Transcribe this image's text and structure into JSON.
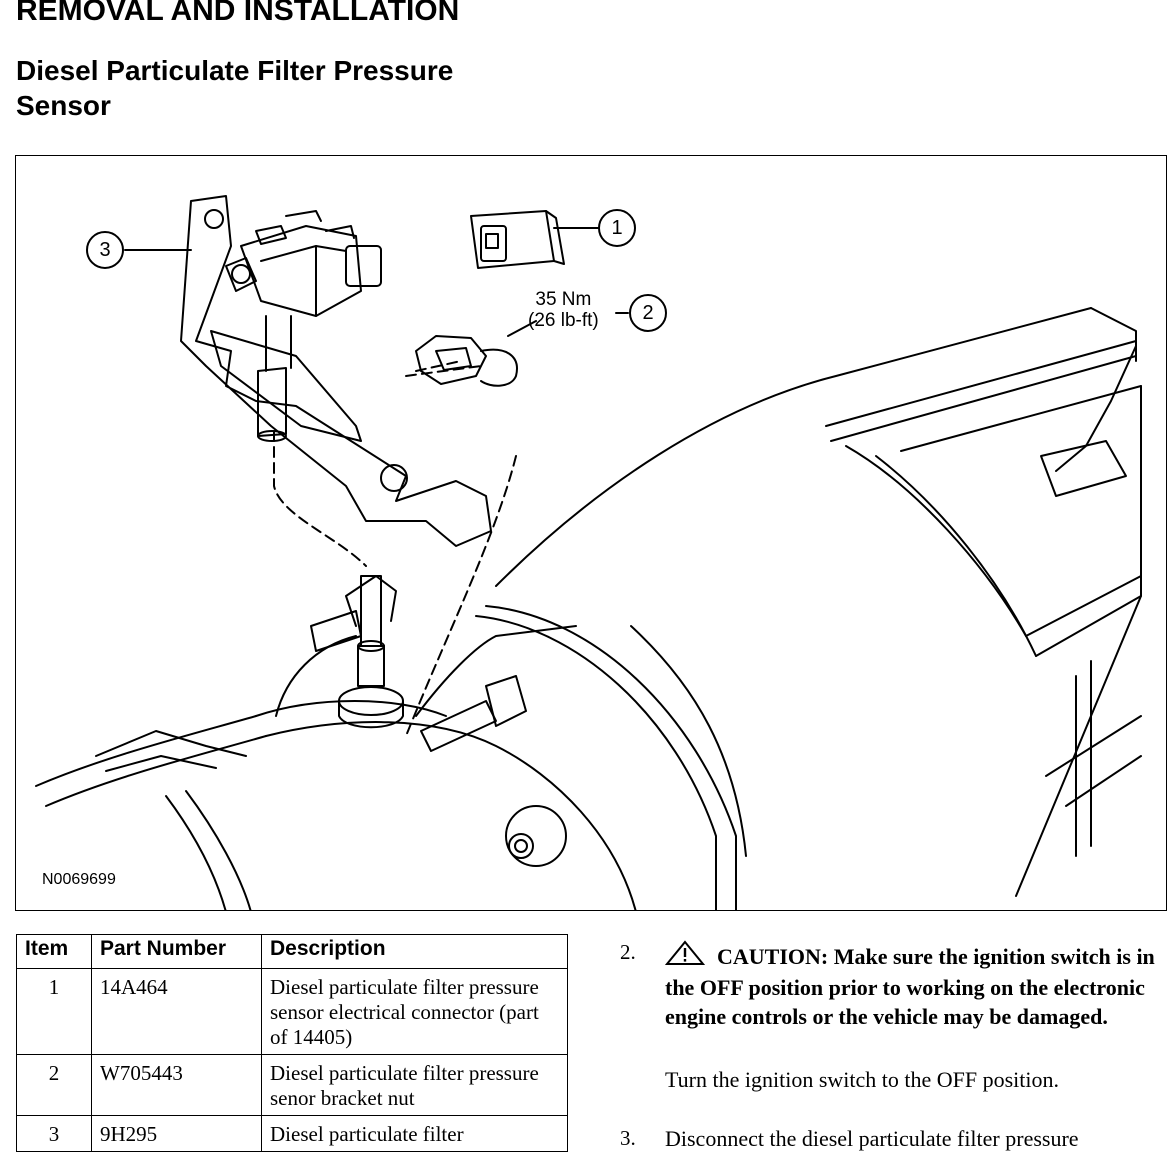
{
  "header": {
    "section_title": "REMOVAL AND INSTALLATION",
    "procedure_title": "Diesel Particulate Filter Pressure Sensor"
  },
  "figure": {
    "figure_id": "N0069699",
    "torque_nm": "35 Nm",
    "torque_lbft": "(26 lb-ft)",
    "callouts": [
      "1",
      "2",
      "3"
    ]
  },
  "parts_table": {
    "headers": [
      "Item",
      "Part Number",
      "Description"
    ],
    "rows": [
      {
        "item": "1",
        "part_number": "14A464",
        "description": "Diesel particulate filter pressure sensor electrical connector (part of 14405)"
      },
      {
        "item": "2",
        "part_number": "W705443",
        "description": "Diesel particulate filter pressure senor bracket nut"
      },
      {
        "item": "3",
        "part_number": "9H295",
        "description": "Diesel particulate filter"
      }
    ]
  },
  "steps": [
    {
      "number": "2.",
      "caution": "CAUTION: Make sure the ignition switch is in the OFF position prior to working on the electronic engine controls or the vehicle may be damaged.",
      "text": "Turn the ignition switch to the OFF position."
    },
    {
      "number": "3.",
      "text": "Disconnect the diesel particulate filter pressure"
    }
  ]
}
